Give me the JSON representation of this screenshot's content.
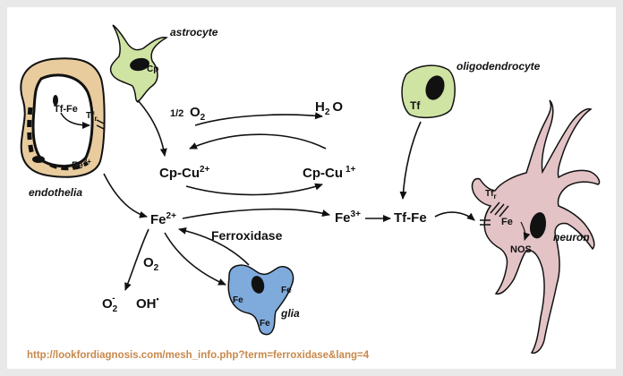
{
  "cells": {
    "astrocyte": "astrocyte",
    "oligodendrocyte": "oligodendrocyte",
    "endothelia": "endothelia",
    "glia": "glia",
    "neuron": "neuron"
  },
  "labels": {
    "cp_astro": "Cp",
    "tf_fe_endo": "Tf-Fe",
    "tfr_endo": "Tf",
    "tfr_endo_sub": "r",
    "fe2_endo": "Fe",
    "fe2_endo_sup": "2+",
    "half": "1/2",
    "o2_top": "O",
    "o2_top_sub": "2",
    "h2o_h": "H",
    "h2o_sub": "2",
    "h2o_o": "O",
    "cpcu2": "Cp-Cu",
    "cpcu2_sup": "2+",
    "cpcu1": "Cp-Cu",
    "cpcu1_sup": "1+",
    "fe2_main": "Fe",
    "fe2_main_sup": "2+",
    "ferroxidase": "Ferroxidase",
    "fe3": "Fe",
    "fe3_sup": "3+",
    "tf_fe_main": "Tf-Fe",
    "tf_oligo": "Tf",
    "o2_low": "O",
    "o2_low_sub": "2",
    "superoxide": "O",
    "superoxide_sub": "2",
    "superoxide_sup": "-",
    "hydroxyl": "OH",
    "hydroxyl_sup": "•",
    "glia_fe1": "Fe",
    "glia_fe2": "Fe",
    "glia_fe3": "Fe",
    "tfr_neuron": "Tf",
    "tfr_neuron_sub": "r",
    "fe_neuron": "Fe",
    "nos": "NOS"
  },
  "source_url": "http://lookfordiagnosis.com/mesh_info.php?term=ferroxidase&lang=4",
  "colors": {
    "endothelia_fill": "#e8cc9e",
    "astrocyte_fill": "#cfe3a3",
    "oligodendrocyte_fill": "#cfe3a3",
    "glia_fill": "#7eaadc",
    "neuron_fill": "#e3c3c6",
    "url_color": "#c8884a"
  }
}
